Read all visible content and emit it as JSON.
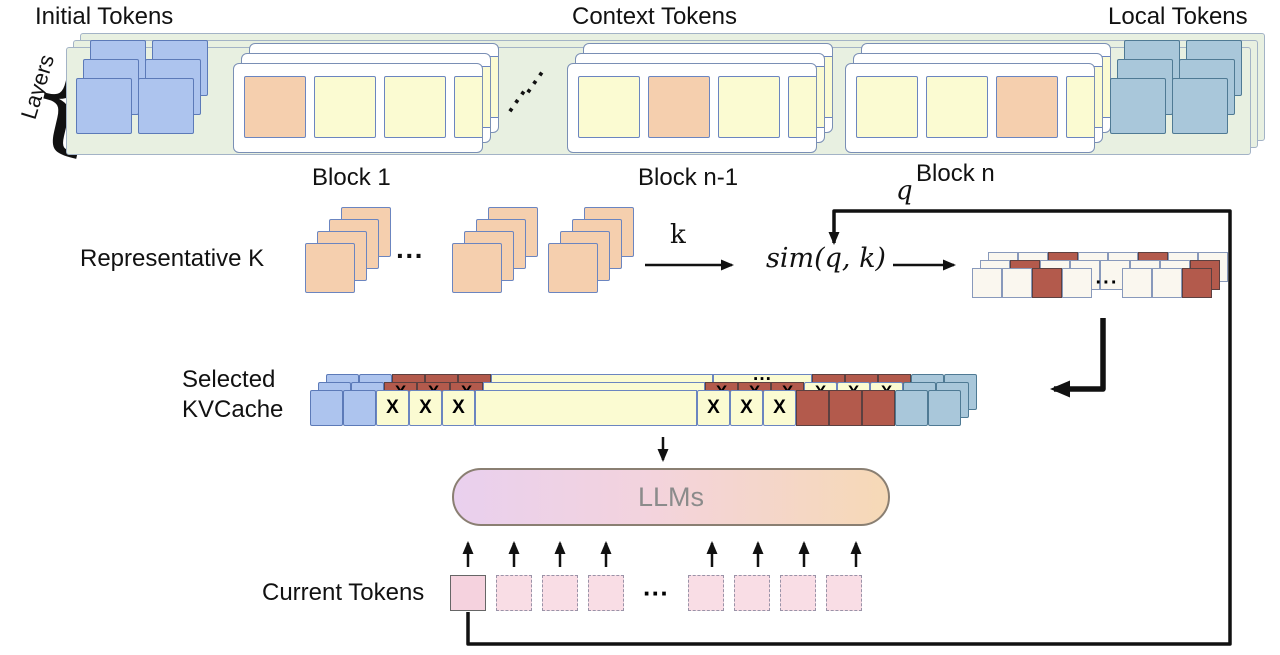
{
  "glyphs": {
    "x": "X",
    "dots": "···",
    "brace": "{"
  },
  "top": {
    "initial_label": "Initial Tokens",
    "context_label": "Context Tokens",
    "local_label": "Local Tokens",
    "layers_label": "Layers",
    "block_labels": [
      "Block 1",
      "Block n-1",
      "Block n"
    ],
    "initial_layers": [
      [
        "blue",
        "blue"
      ],
      [
        "blue",
        "blue"
      ],
      [
        "blue",
        "blue"
      ]
    ],
    "local_layers": [
      [
        "teal",
        "teal"
      ],
      [
        "teal",
        "teal"
      ],
      [
        "teal",
        "teal"
      ]
    ],
    "blocks": [
      {
        "layers": [
          [
            "pink",
            "yellow",
            "yellow",
            "yellow"
          ],
          [
            "yellow",
            "pink",
            "yellow",
            "yellow"
          ],
          [
            "orange",
            "yellow",
            "yellow",
            "yellow"
          ]
        ]
      },
      {
        "layers": [
          [
            "yellow",
            "pink",
            "yellow",
            "yellow"
          ],
          [
            "pink",
            "yellow",
            "yellow",
            "yellow"
          ],
          [
            "yellow",
            "orange",
            "yellow",
            "yellow"
          ]
        ]
      },
      {
        "layers": [
          [
            "yellow",
            "pink",
            "yellow",
            "yellow"
          ],
          [
            "pink",
            "yellow",
            "orange",
            "yellow"
          ],
          [
            "yellow",
            "yellow",
            "orange",
            "yellow"
          ]
        ]
      }
    ]
  },
  "middle": {
    "rep_label": "Representative K",
    "k_label": "k",
    "sim_label": "sim(q, k)",
    "q_label": "q",
    "sim_rows": [
      [
        "cream",
        "cream",
        "red",
        "cream",
        "cream",
        "red",
        "cream",
        "cream"
      ],
      [
        "cream",
        "red",
        "cream",
        "cream",
        "cream",
        "cream",
        "cream",
        "red"
      ],
      [
        "cream",
        "cream",
        "red",
        "cream",
        "dots",
        "cream",
        "cream",
        "red"
      ]
    ]
  },
  "selected": {
    "label_line1": "Selected",
    "label_line2": "KVCache",
    "rows": [
      [
        "blue",
        "blue",
        "red",
        "red",
        "red",
        "yellowLong",
        "yellowDots",
        "red",
        "red",
        "red",
        "teal",
        "teal"
      ],
      [
        "blue",
        "blue",
        "redX",
        "redX",
        "redX",
        "yellowLong",
        "redX",
        "redX",
        "redX",
        "yellowX",
        "yellowX",
        "yellowX",
        "teal",
        "teal"
      ],
      [
        "blue",
        "blue",
        "yellowX",
        "yellowX",
        "yellowX",
        "yellowLong",
        "yellowX",
        "yellowX",
        "yellowX",
        "red",
        "red",
        "red",
        "teal",
        "teal"
      ]
    ]
  },
  "llm": {
    "label": "LLMs"
  },
  "current": {
    "label": "Current Tokens",
    "cells": [
      "pinkSolid",
      "pinkDash",
      "pinkDash",
      "pinkDash",
      "dots",
      "pinkDash",
      "pinkDash",
      "pinkDash",
      "pinkDash"
    ]
  }
}
